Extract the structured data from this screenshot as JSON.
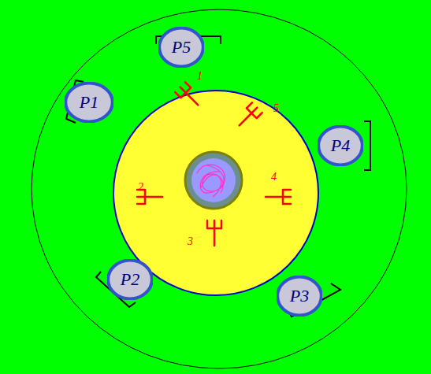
{
  "diagram": {
    "nodes": [
      {
        "text": [
          "P1"
        ]
      },
      {
        "text": [
          "P2"
        ]
      },
      {
        "text": [
          "P3"
        ]
      },
      {
        "text": [
          "P4"
        ]
      },
      {
        "text": [
          "P5"
        ]
      }
    ],
    "labels": [
      "1",
      "2",
      "3",
      "4",
      "5"
    ]
  }
}
